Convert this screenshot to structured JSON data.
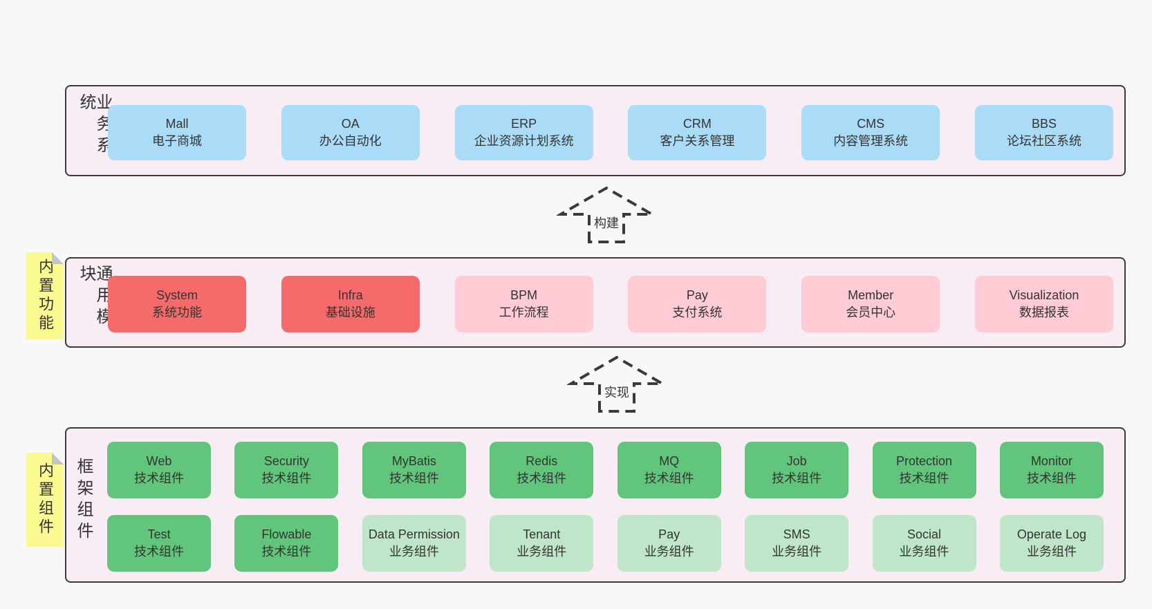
{
  "colors": {
    "page_bg": "#f8f8f8",
    "panel_bg": "#f8ecf5",
    "panel_border": "#3a3a3a",
    "blue": "#aadcf8",
    "red": "#f56b6b",
    "pink": "#ffcbd4",
    "green": "#61c67b",
    "lightgreen": "#bfe6c8",
    "yellow": "#fbf992",
    "fold_grey": "#c4c4cc",
    "text": "#333333"
  },
  "sections": {
    "business": {
      "label": "业务系统",
      "boxes": [
        {
          "title": "Mall",
          "subtitle": "电子商城",
          "variant": "blue"
        },
        {
          "title": "OA",
          "subtitle": "办公自动化",
          "variant": "blue"
        },
        {
          "title": "ERP",
          "subtitle": "企业资源计划系统",
          "variant": "blue"
        },
        {
          "title": "CRM",
          "subtitle": "客户关系管理",
          "variant": "blue"
        },
        {
          "title": "CMS",
          "subtitle": "内容管理系统",
          "variant": "blue"
        },
        {
          "title": "BBS",
          "subtitle": "论坛社区系统",
          "variant": "blue"
        }
      ]
    },
    "modules": {
      "label": "通用模块",
      "note": "内置功能",
      "boxes": [
        {
          "title": "System",
          "subtitle": "系统功能",
          "variant": "red"
        },
        {
          "title": "Infra",
          "subtitle": "基础设施",
          "variant": "red"
        },
        {
          "title": "BPM",
          "subtitle": "工作流程",
          "variant": "pink"
        },
        {
          "title": "Pay",
          "subtitle": "支付系统",
          "variant": "pink"
        },
        {
          "title": "Member",
          "subtitle": "会员中心",
          "variant": "pink"
        },
        {
          "title": "Visualization",
          "subtitle": "数据报表",
          "variant": "pink"
        }
      ]
    },
    "components": {
      "label": "框架组件",
      "note": "内置组件",
      "row1": [
        {
          "title": "Web",
          "subtitle": "技术组件",
          "variant": "green"
        },
        {
          "title": "Security",
          "subtitle": "技术组件",
          "variant": "green"
        },
        {
          "title": "MyBatis",
          "subtitle": "技术组件",
          "variant": "green"
        },
        {
          "title": "Redis",
          "subtitle": "技术组件",
          "variant": "green"
        },
        {
          "title": "MQ",
          "subtitle": "技术组件",
          "variant": "green"
        },
        {
          "title": "Job",
          "subtitle": "技术组件",
          "variant": "green"
        },
        {
          "title": "Protection",
          "subtitle": "技术组件",
          "variant": "green"
        },
        {
          "title": "Monitor",
          "subtitle": "技术组件",
          "variant": "green"
        }
      ],
      "row2": [
        {
          "title": "Test",
          "subtitle": "技术组件",
          "variant": "green"
        },
        {
          "title": "Flowable",
          "subtitle": "技术组件",
          "variant": "green"
        },
        {
          "title": "Data Permission",
          "subtitle": "业务组件",
          "variant": "lightgreen"
        },
        {
          "title": "Tenant",
          "subtitle": "业务组件",
          "variant": "lightgreen"
        },
        {
          "title": "Pay",
          "subtitle": "业务组件",
          "variant": "lightgreen"
        },
        {
          "title": "SMS",
          "subtitle": "业务组件",
          "variant": "lightgreen"
        },
        {
          "title": "Social",
          "subtitle": "业务组件",
          "variant": "lightgreen"
        },
        {
          "title": "Operate Log",
          "subtitle": "业务组件",
          "variant": "lightgreen"
        }
      ]
    }
  },
  "arrows": [
    {
      "label": "构建"
    },
    {
      "label": "实现"
    }
  ]
}
